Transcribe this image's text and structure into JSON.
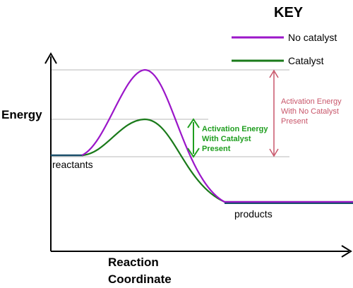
{
  "diagram": {
    "key_title": "KEY",
    "legend": [
      {
        "label": "No catalyst",
        "color": "#9b16c9"
      },
      {
        "label": "Catalyst",
        "color": "#1a7a1a"
      }
    ],
    "y_axis_label": "Energy",
    "x_axis_label_line1": "Reaction",
    "x_axis_label_line2": "Coordinate",
    "reactants_label": "reactants",
    "products_label": "products",
    "ea_catalyst_label": [
      "Activation Energy",
      "With Catalyst",
      "Present"
    ],
    "ea_no_catalyst_label": [
      "Activation Energy",
      "With No Catalyst",
      "Present"
    ],
    "colors": {
      "axis": "#000000",
      "guide": "#b9b9b9",
      "no_catalyst": "#9b16c9",
      "catalyst": "#1a7a1a",
      "ea_catalyst": "#1f9e1f",
      "ea_no_catalyst": "#c8566a",
      "level_line": "#1a4f6b"
    }
  }
}
